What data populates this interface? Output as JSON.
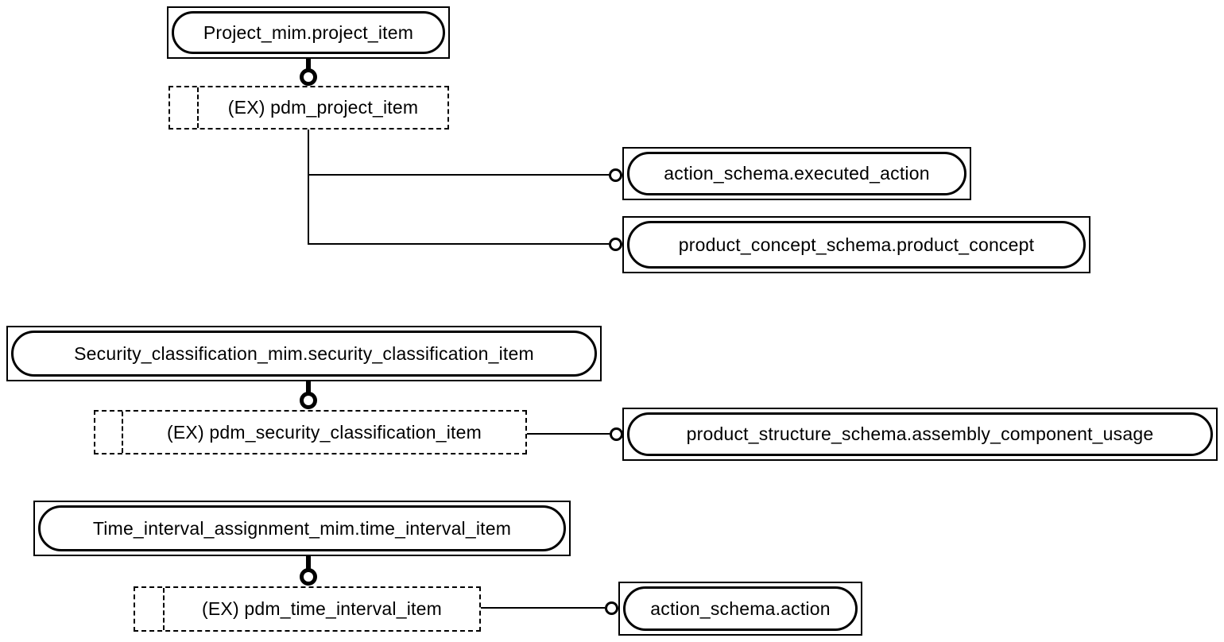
{
  "colors": {
    "ink": "#000000",
    "background": "#ffffff"
  },
  "groups": [
    {
      "source": {
        "label": "Project_mim.project_item"
      },
      "select": {
        "label": "(EX) pdm_project_item"
      },
      "targets": [
        {
          "label": "action_schema.executed_action"
        },
        {
          "label": "product_concept_schema.product_concept"
        }
      ]
    },
    {
      "source": {
        "label": "Security_classification_mim.security_classification_item"
      },
      "select": {
        "label": "(EX) pdm_security_classification_item"
      },
      "targets": [
        {
          "label": "product_structure_schema.assembly_component_usage"
        }
      ]
    },
    {
      "source": {
        "label": "Time_interval_assignment_mim.time_interval_item"
      },
      "select": {
        "label": "(EX) pdm_time_interval_item"
      },
      "targets": [
        {
          "label": "action_schema.action"
        }
      ]
    }
  ]
}
